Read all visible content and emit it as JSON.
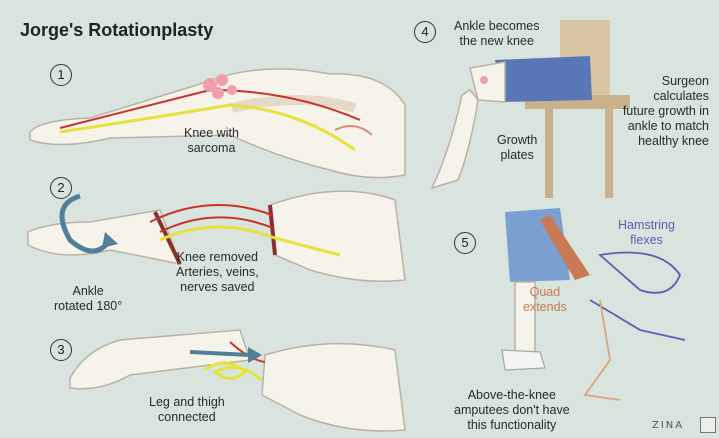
{
  "title": "Jorge's Rotationplasty",
  "steps": {
    "s1": "1",
    "s2": "2",
    "s3": "3",
    "s4": "4",
    "s5": "5"
  },
  "labels": {
    "knee_with_sarcoma": [
      "Knee with",
      "sarcoma"
    ],
    "knee_removed": [
      "Knee removed",
      "Arteries, veins,",
      "nerves saved"
    ],
    "ankle_rotated": [
      "Ankle",
      "rotated 180°"
    ],
    "leg_thigh": [
      "Leg and thigh",
      "connected"
    ],
    "ankle_becomes": [
      "Ankle becomes",
      "the new knee"
    ],
    "growth_plates": [
      "Growth",
      "plates"
    ],
    "surgeon": [
      "Surgeon",
      "calculates",
      "future growth in",
      "ankle to match",
      "healthy knee"
    ],
    "hamstring": [
      "Hamstring",
      "flexes"
    ],
    "quad": [
      "Quad",
      "extends"
    ],
    "above_knee": [
      "Above-the-knee",
      "amputees don't have",
      "this functionality"
    ]
  },
  "signature": "ZINA",
  "colors": {
    "background": "#d9e4de",
    "skin": "#f6f3ea",
    "outline": "#b9b2a5",
    "artery": "#c8322b",
    "nerve": "#e6e23a",
    "quad": "#c97a55",
    "hamstring": "#5a5fb0",
    "arrow": "#4f7f99",
    "shorts": "#5977b7"
  }
}
